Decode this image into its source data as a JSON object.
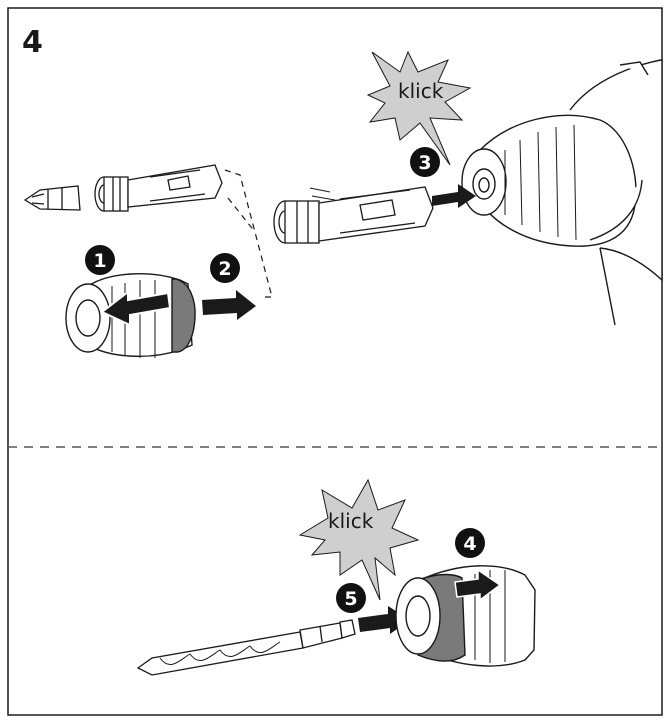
{
  "figure": {
    "step_label": "4"
  },
  "top_panel": {
    "burst_text": "klick",
    "badges": [
      "1",
      "2",
      "3"
    ]
  },
  "bottom_panel": {
    "burst_text": "klick",
    "badges": [
      "4",
      "5"
    ]
  },
  "colors": {
    "line": "#1a1a1a",
    "burst_fill": "#cfcfcf",
    "collar_gray": "#7a7a7a",
    "badge_fill": "#111111",
    "badge_text": "#ffffff"
  }
}
